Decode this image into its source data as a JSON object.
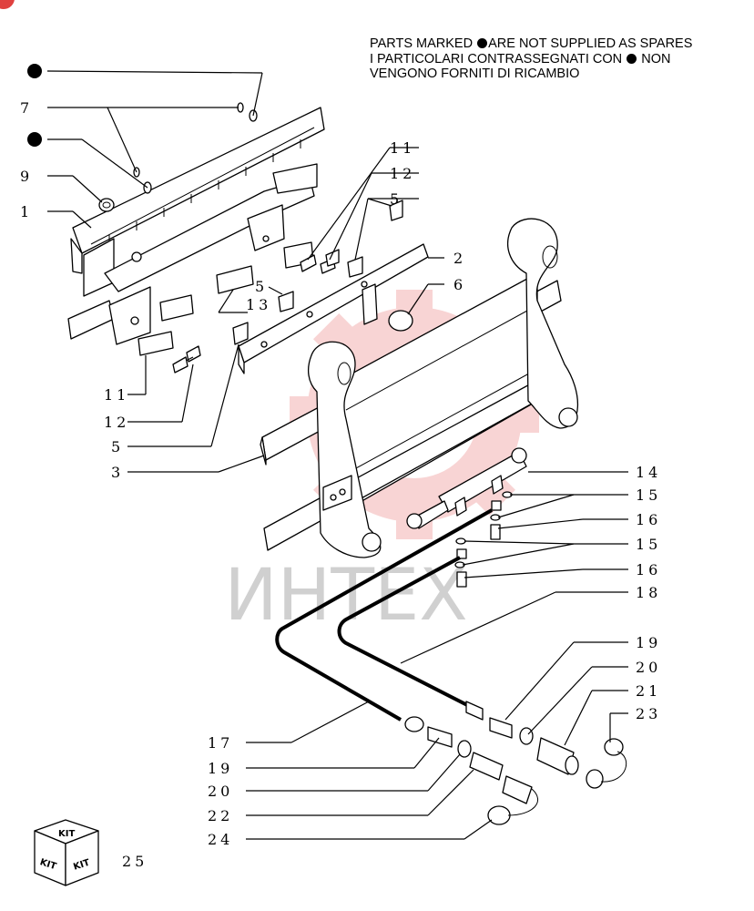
{
  "notice": {
    "line1_a": "PARTS MARKED",
    "line1_b": "ARE NOT SUPPLIED AS SPARES",
    "line2_a": "I PARTICOLARI CONTRASSEGNATI CON",
    "line2_b": "NON",
    "line3": "VENGONO FORNITI DI RICAMBIO"
  },
  "watermark": "ИНТЕХ",
  "brand_color": "#e0413f",
  "kit": {
    "label": "KIT",
    "number": "25"
  },
  "callouts": {
    "left": [
      "7",
      "9",
      "1",
      "11",
      "12",
      "5",
      "3",
      "17",
      "19",
      "20",
      "22",
      "24"
    ],
    "upper": [
      "11",
      "12",
      "5",
      "2",
      "6",
      "5",
      "13"
    ],
    "right": [
      "14",
      "15",
      "16",
      "15",
      "16",
      "18",
      "19",
      "20",
      "21",
      "23"
    ]
  }
}
